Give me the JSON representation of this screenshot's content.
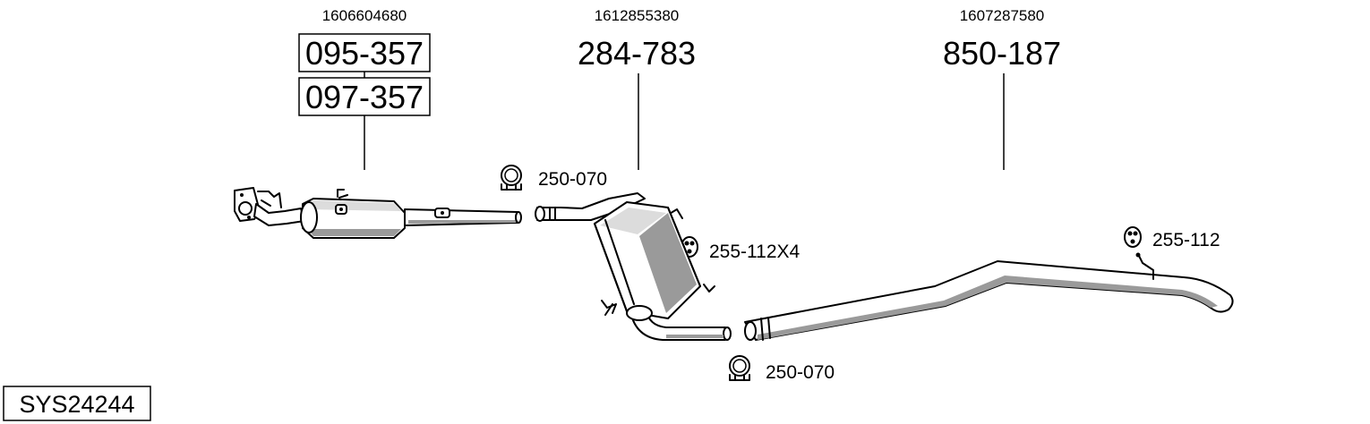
{
  "system": {
    "code": "SYS24244"
  },
  "groups": [
    {
      "oe_number": "1606604680",
      "parts": [
        "095-357",
        "097-357"
      ]
    },
    {
      "oe_number": "1612855380",
      "parts": [
        "284-783"
      ]
    },
    {
      "oe_number": "1607287580",
      "parts": [
        "850-187"
      ]
    }
  ],
  "accessories": {
    "clamp_top": "250-070",
    "clamp_bottom": "250-070",
    "rubber_mount_mid": "255-112X4",
    "rubber_mount_rear": "255-112"
  },
  "icons": {
    "clamp": "pipe-clamp-icon",
    "rubber_mount": "rubber-mount-icon"
  }
}
